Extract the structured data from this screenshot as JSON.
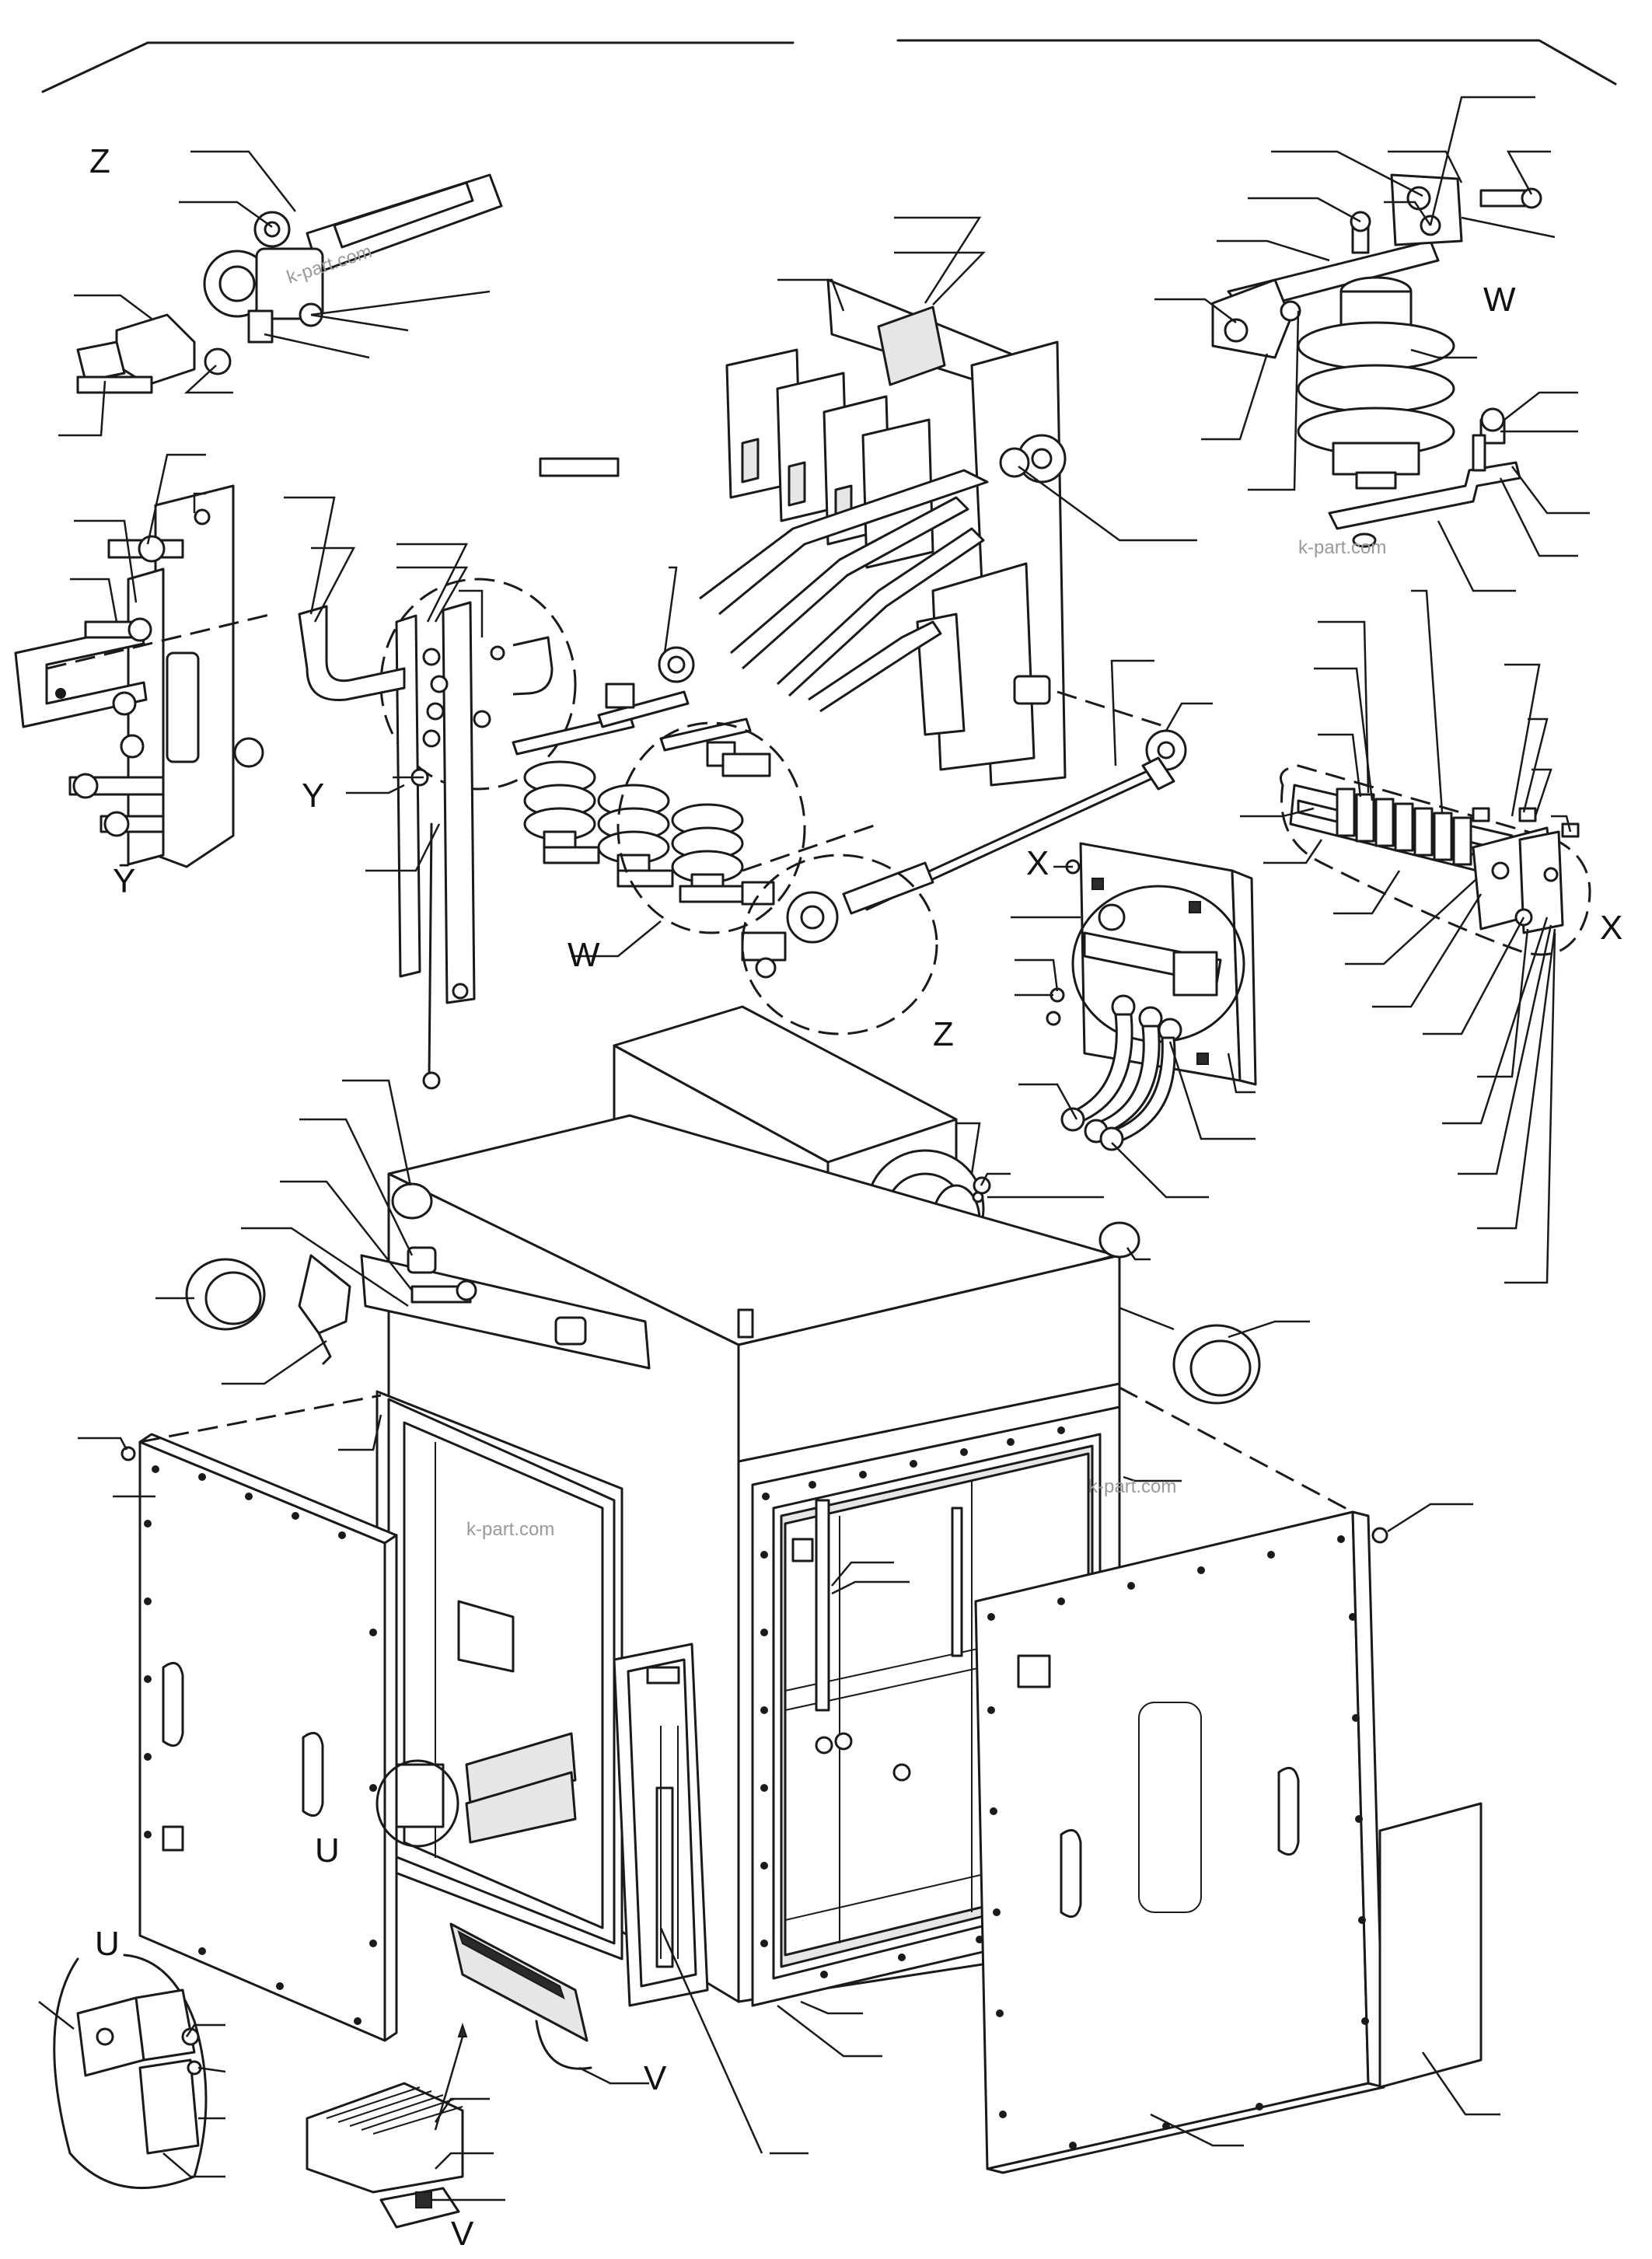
{
  "callouts": {
    "z_top": "Z",
    "w_top": "W",
    "y_left": "Y",
    "y_detail": "Ȳ",
    "w_mid": "W",
    "z_mid": "Z",
    "x_mid": "X",
    "x_right": "X",
    "u_mid": "U",
    "u_detail": "U",
    "v_mid": "V",
    "v_bottom": "V"
  },
  "watermarks": {
    "wm1": "k-part.com",
    "wm2": "k-part.com",
    "wm3": "k-part.com",
    "wm4": "k-part.com"
  },
  "colors": {
    "line": "#1a1a1a",
    "background": "#ffffff",
    "watermark": "#9a9a9a"
  }
}
